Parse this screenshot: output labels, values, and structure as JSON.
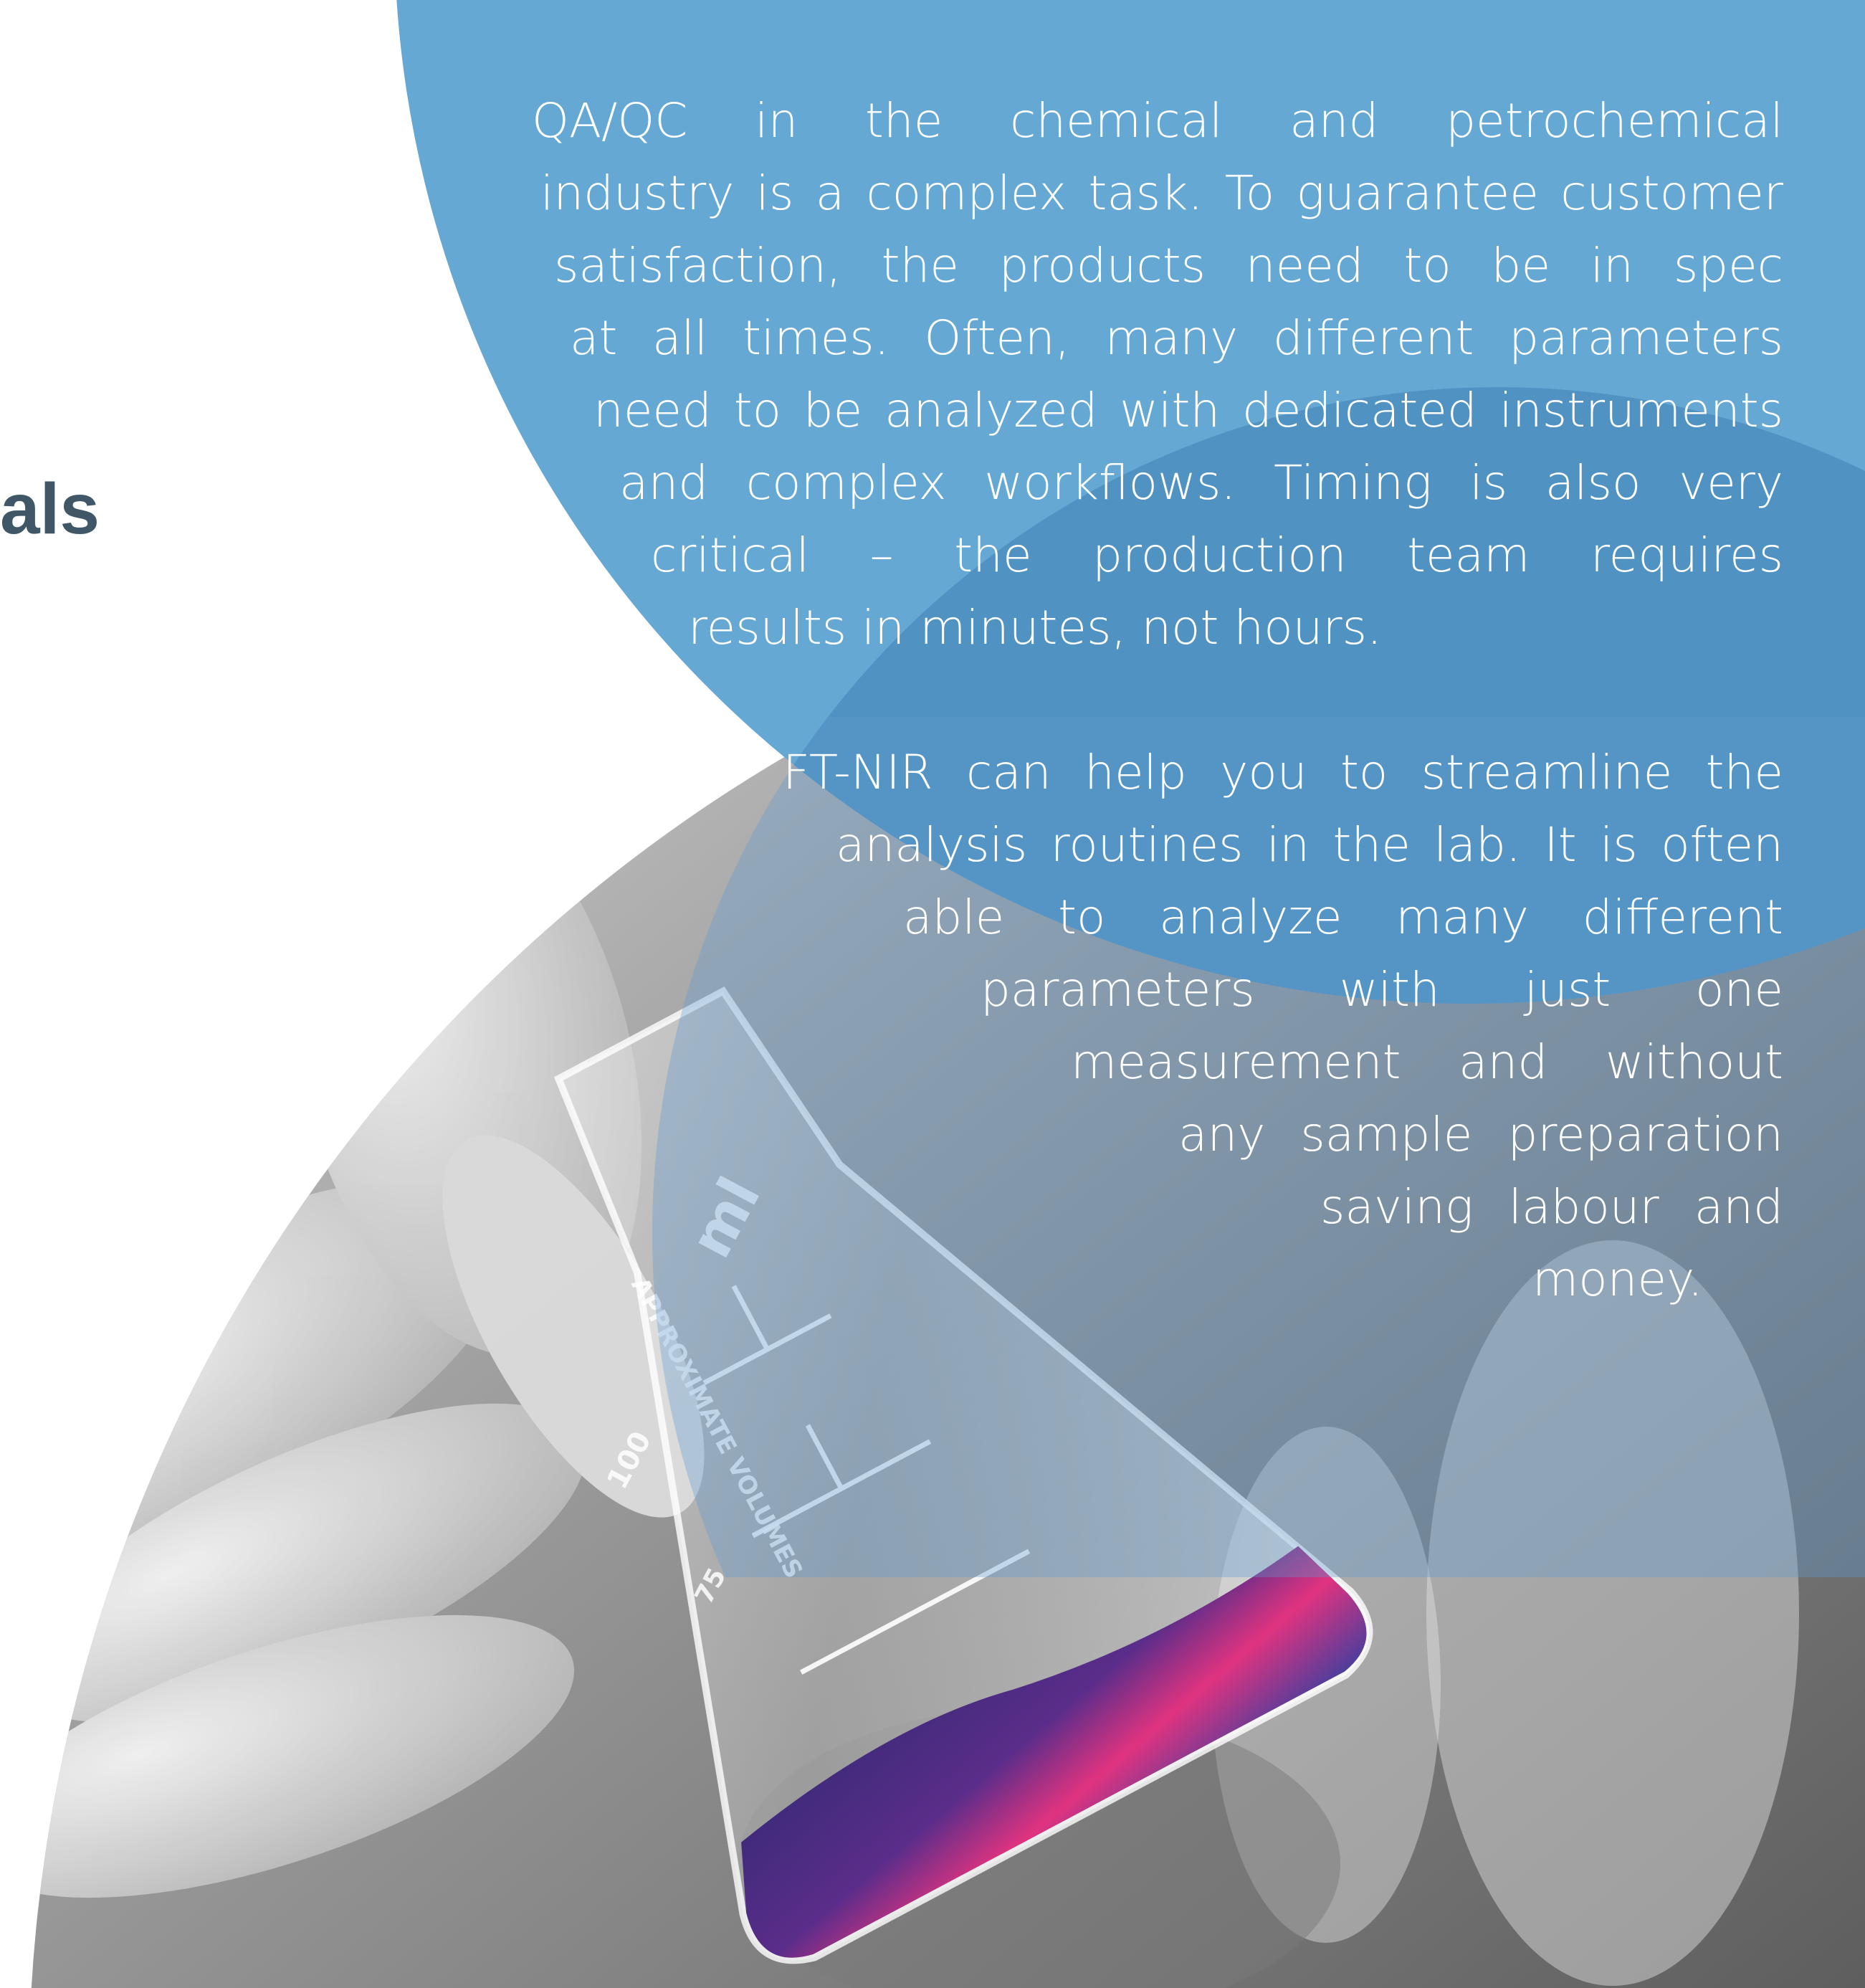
{
  "heading_fragment": "als",
  "paragraphs": [
    {
      "lines": [
        "QA/QC in the chemical and petrochemical",
        "industry is a complex task. To guarantee customer",
        "satisfaction, the products need to be in spec",
        "at all times. Often, many different parameters",
        "need to be analyzed with dedicated instruments",
        "and complex workflows. Timing is also very",
        "critical – the production team requires",
        "results in minutes, not hours."
      ]
    },
    {
      "lines": [
        "FT-NIR can help you to streamline the",
        "analysis routines in the lab. It is often",
        "able to analyze many different",
        "parameters with just one",
        "measurement and without",
        "any sample preparation",
        "saving labour and",
        "money."
      ]
    }
  ],
  "flask_markings": {
    "label": "APPROXIMATE VOLUMES",
    "scale": [
      "100",
      "75"
    ],
    "unit": "ml"
  },
  "colors": {
    "heading": "#3f5766",
    "circle_blue": "#65a8d4",
    "circle_dark": "#4a88b8",
    "text": "#ffffff",
    "liquid_purple": "#3b2a78",
    "liquid_pink": "#e0337f"
  }
}
